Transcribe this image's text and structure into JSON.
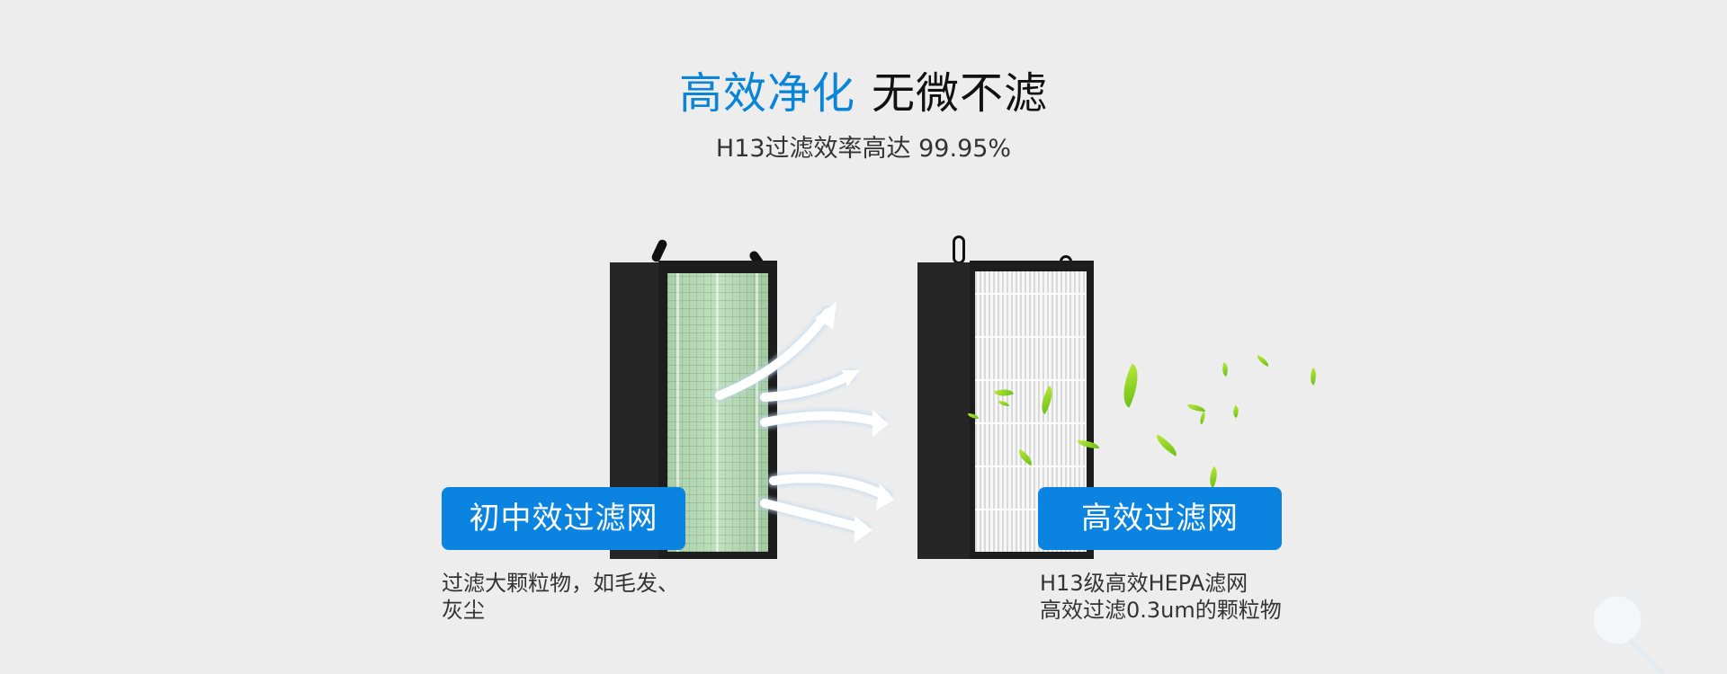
{
  "header": {
    "title_highlight": "高效净化",
    "title_rest": "无微不滤",
    "subtitle": "H13过滤效率高达 99.95%"
  },
  "colors": {
    "accent_blue": "#0a84e0",
    "background": "#ededed",
    "title_black": "#111111",
    "text_gray": "#333333",
    "leaf_green": "#8fd124"
  },
  "filters": [
    {
      "id": "primary",
      "label": "初中效过滤网",
      "description_lines": [
        "过滤大颗粒物，如毛发、",
        "灰尘"
      ],
      "media": "green-mesh-filter-with-airflow-arrows"
    },
    {
      "id": "hepa",
      "label": "高效过滤网",
      "description_lines": [
        "H13级高效HEPA滤网",
        "高效过滤0.3um的颗粒物"
      ],
      "media": "white-hepa-filter-with-leaves"
    }
  ]
}
